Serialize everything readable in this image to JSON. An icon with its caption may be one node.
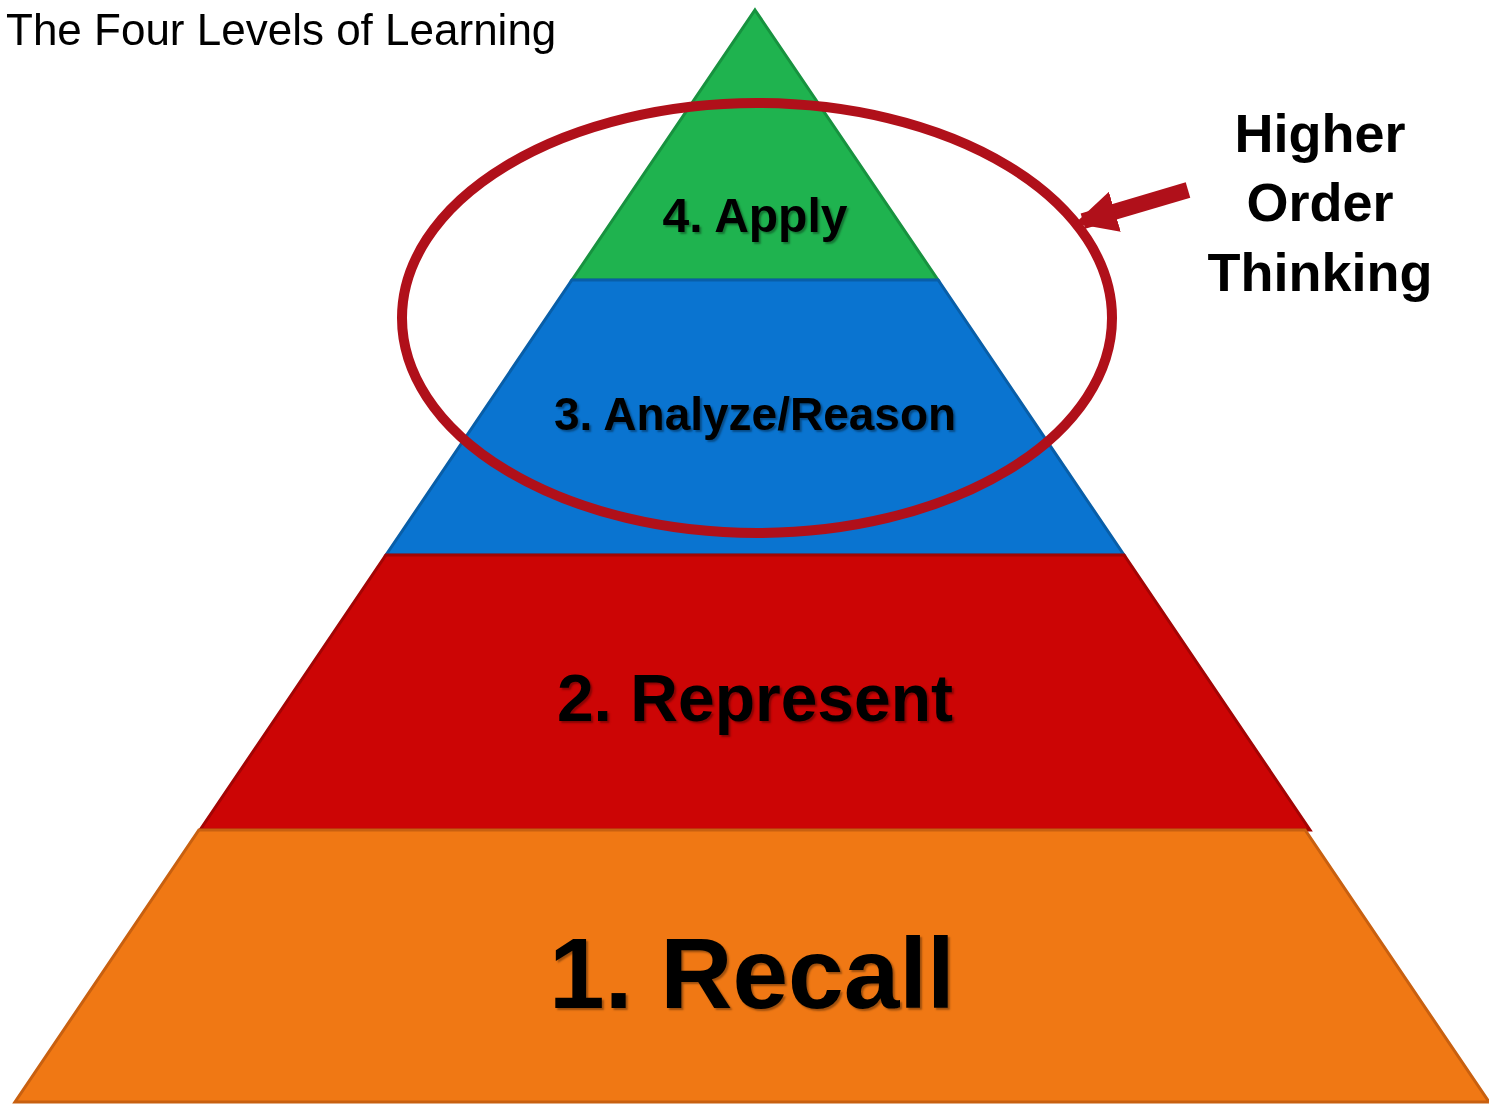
{
  "diagram": {
    "title": "The Four Levels of Learning",
    "nodes": [
      {
        "text": [
          "4. Apply"
        ]
      },
      {
        "text": [
          "3. Analyze/Reason"
        ]
      },
      {
        "text": [
          "2. Represent"
        ]
      },
      {
        "text": [
          "1. Recall"
        ]
      },
      {
        "text": [
          "Higher Order Thinking"
        ]
      },
      {
        "text": [],
        "shape": "ellipse"
      }
    ],
    "edges": [
      {
        "from": 4,
        "to": 5,
        "arrow": "to"
      }
    ]
  }
}
